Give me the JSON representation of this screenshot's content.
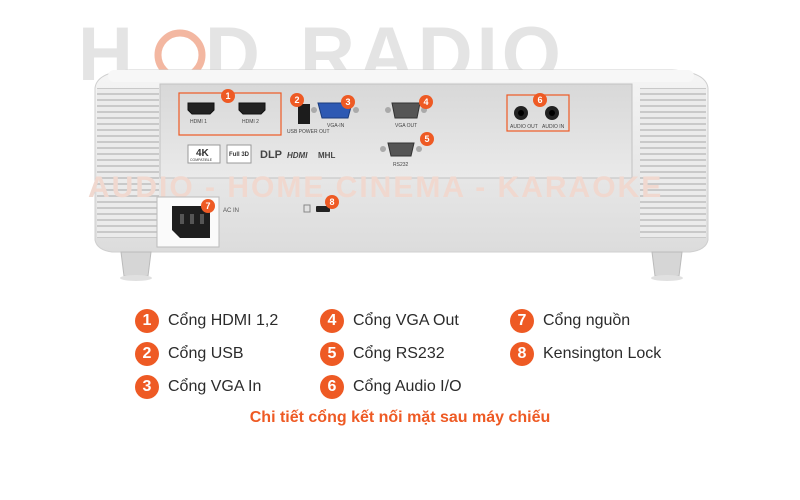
{
  "watermark": {
    "brand_h": "H",
    "brand_d": "D",
    "brand_radio": "RADIO",
    "tagline": "AUDIO - HOME CINEMA - KARAOKE"
  },
  "projector": {
    "port_labels": {
      "hdmi1": "HDMI 1",
      "hdmi2": "HDMI 2",
      "usb_power": "USB POWER OUT",
      "vga_in": "VGA-IN",
      "vga_out": "VGA OUT",
      "rs232": "RS232",
      "audio_out": "AUDIO OUT",
      "audio_in": "AUDIO IN",
      "ac_in": "AC IN"
    },
    "logos": {
      "fourk": "4K",
      "fourk_sub": "COMPATIBLE",
      "full3d": "Full 3D",
      "dlp": "DLP",
      "hdmi": "HDMI",
      "mhl": "MHL"
    },
    "markers": [
      "1",
      "2",
      "3",
      "4",
      "5",
      "6",
      "7",
      "8"
    ]
  },
  "legend": {
    "items": [
      {
        "num": "1",
        "label": "Cổng HDMI 1,2"
      },
      {
        "num": "2",
        "label": "Cổng USB"
      },
      {
        "num": "3",
        "label": "Cổng VGA In"
      },
      {
        "num": "4",
        "label": "Cổng VGA Out"
      },
      {
        "num": "5",
        "label": "Cổng RS232"
      },
      {
        "num": "6",
        "label": "Cổng Audio I/O"
      },
      {
        "num": "7",
        "label": "Cổng nguồn"
      },
      {
        "num": "8",
        "label": "Kensington Lock"
      }
    ],
    "caption": "Chi tiết cổng kết nối mặt sau máy chiếu"
  },
  "colors": {
    "accent": "#ee5a24",
    "watermark": "#e6e6e6",
    "body": "#f1f1f1",
    "panel": "#e2e2e2"
  }
}
